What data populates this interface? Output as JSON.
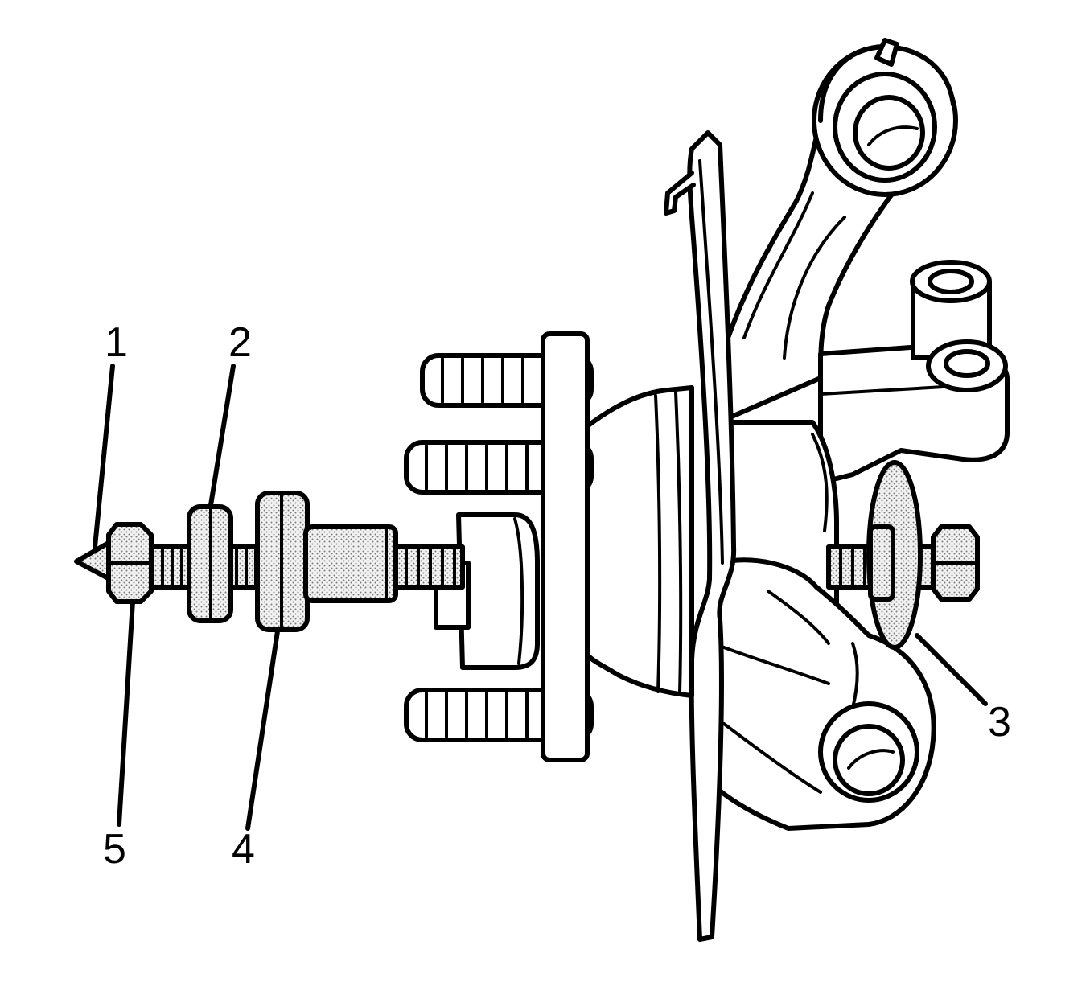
{
  "callouts": [
    {
      "id": "1",
      "label": "1"
    },
    {
      "id": "2",
      "label": "2"
    },
    {
      "id": "3",
      "label": "3"
    },
    {
      "id": "4",
      "label": "4"
    },
    {
      "id": "5",
      "label": "5"
    }
  ],
  "colors": {
    "line": "#000000",
    "stipple": "#9a9a9a",
    "background": "#ffffff"
  }
}
